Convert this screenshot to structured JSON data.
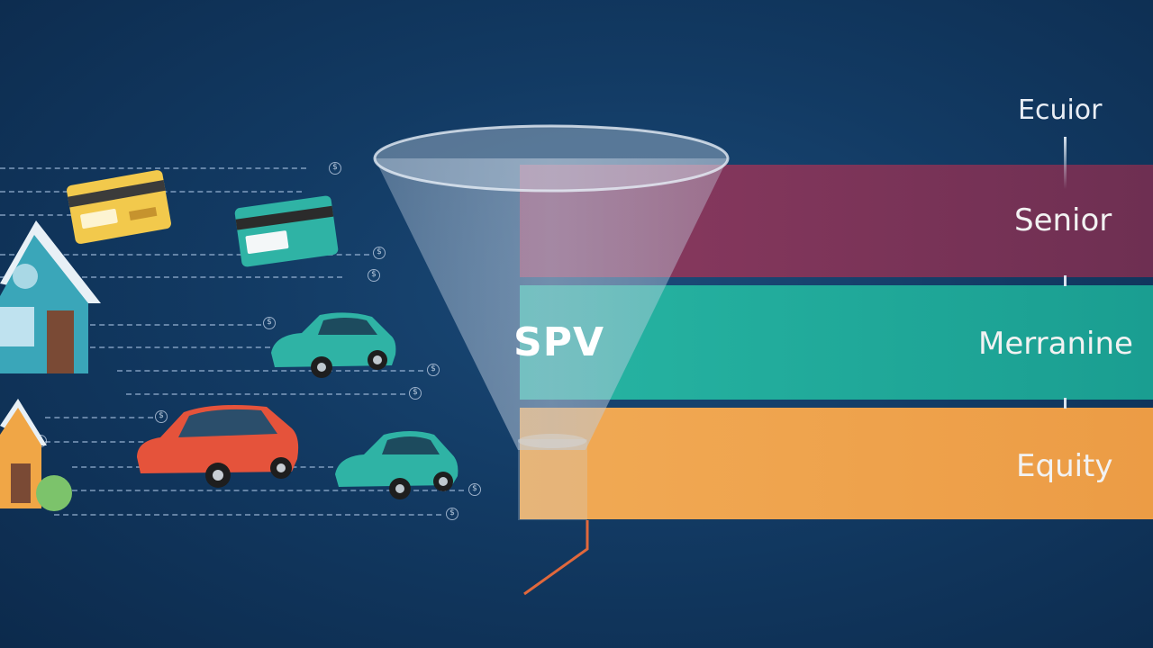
{
  "diagram": {
    "header_label": "Ecuior",
    "spv_label": "SPV",
    "tranches": [
      {
        "label": "Senior",
        "color": "#7a3457"
      },
      {
        "label": "Merranine",
        "color": "#1fa99a"
      },
      {
        "label": "Equity",
        "color": "#eea24d"
      }
    ]
  },
  "icons": [
    "credit-card-icon",
    "house-icon",
    "car-icon",
    "coin-icon",
    "funnel-icon"
  ],
  "colors": {
    "background": "#123a63",
    "funnel": "#aebdd1",
    "outflow_line": "#e0683c"
  }
}
